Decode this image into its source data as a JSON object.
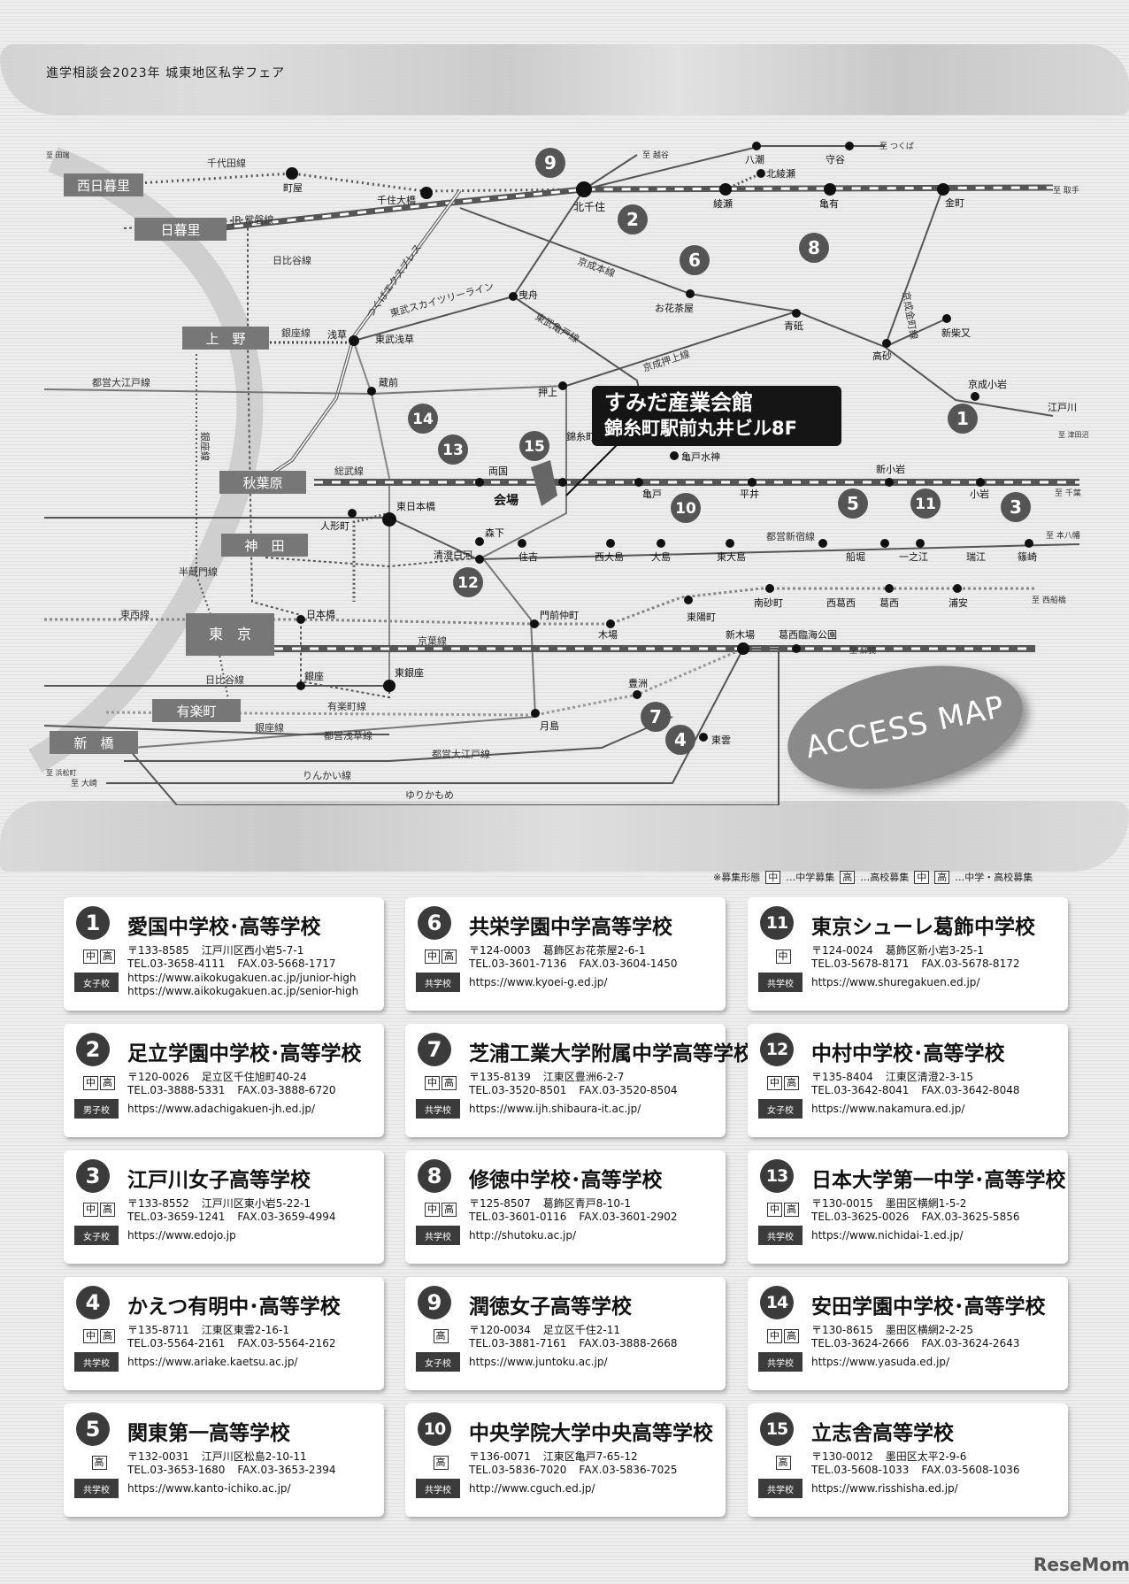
{
  "header": {
    "title": "進学相談会2023年 城東地区私学フェア"
  },
  "venue": {
    "name": "すみだ産業会館",
    "address": "錦糸町駅前丸井ビル8F",
    "marker_label": "会場"
  },
  "access_label": "ACCESS MAP",
  "legend": {
    "title": "※募集形態",
    "chu": "中",
    "chu_desc": "…中学募集",
    "ko": "高",
    "ko_desc": "…高校募集",
    "both_desc": "…中学・高校募集"
  },
  "map": {
    "hubs": [
      "西日暮里",
      "日暮里",
      "上　野",
      "秋葉原",
      "神　田",
      "東　京",
      "有楽町",
      "新　橋"
    ],
    "stations": [
      "町屋",
      "千住大橋",
      "北千住",
      "八潮",
      "守谷",
      "北綾瀬",
      "綾瀬",
      "亀有",
      "金町",
      "お花茶屋",
      "青砥",
      "高砂",
      "新柴又",
      "京成小岩",
      "江戸川",
      "曳舟",
      "押上",
      "浅草",
      "東武浅草",
      "蔵前",
      "両国",
      "錦糸町",
      "亀戸水神",
      "亀戸",
      "平井",
      "新小岩",
      "小岩",
      "東日本橋",
      "人形町",
      "森下",
      "清澄白河",
      "住吉",
      "西大島",
      "大島",
      "東大島",
      "船堀",
      "一之江",
      "瑞江",
      "篠崎",
      "日本橋",
      "門前仲町",
      "木場",
      "東陽町",
      "南砂町",
      "西葛西",
      "葛西",
      "浦安",
      "新木場",
      "葛西臨海公園",
      "銀座",
      "東銀座",
      "豊洲",
      "月島",
      "東雲"
    ],
    "lines": [
      "千代田線",
      "JR 常磐線",
      "日比谷線",
      "つくばエクスプレス",
      "東武スカイツリーライン",
      "京成本線",
      "東武亀戸線",
      "京成押上線",
      "銀座線",
      "都営大江戸線",
      "総武線",
      "都営新宿線",
      "半蔵門線",
      "東西線",
      "京葉線",
      "日比谷線",
      "有楽町線",
      "都営浅草線",
      "都営大江戸線",
      "りんかい線",
      "ゆりかもめ",
      "京成金町線",
      "銀座線",
      "銀座線"
    ],
    "directions": [
      "至 つくば",
      "至 越谷",
      "至 取手",
      "至 本八幡",
      "至 千葉",
      "至 西船橋",
      "至 蘇我",
      "至 大崎",
      "至 田端",
      "至 浜松町",
      "至 津田沼"
    ]
  },
  "schools": [
    {
      "no": "1",
      "name": "愛国中学校･高等学校",
      "levels": [
        "中",
        "高"
      ],
      "type": "女子校",
      "postal": "〒133-8585",
      "address": "江戸川区西小岩5-7-1",
      "tel": "TEL.03-3658-4111",
      "fax": "FAX.03-5668-1717",
      "urls": [
        "https://www.aikokugakuen.ac.jp/junior-high",
        "https://www.aikokugakuen.ac.jp/senior-high"
      ]
    },
    {
      "no": "2",
      "name": "足立学園中学校･高等学校",
      "levels": [
        "中",
        "高"
      ],
      "type": "男子校",
      "postal": "〒120-0026",
      "address": "足立区千住旭町40-24",
      "tel": "TEL.03-3888-5331",
      "fax": "FAX.03-3888-6720",
      "urls": [
        "https://www.adachigakuen-jh.ed.jp/"
      ]
    },
    {
      "no": "3",
      "name": "江戸川女子高等学校",
      "levels": [
        "中",
        "高"
      ],
      "type": "女子校",
      "postal": "〒133-8552",
      "address": "江戸川区東小岩5-22-1",
      "tel": "TEL.03-3659-1241",
      "fax": "FAX.03-3659-4994",
      "urls": [
        "https://www.edojo.jp"
      ]
    },
    {
      "no": "4",
      "name": "かえつ有明中･高等学校",
      "levels": [
        "中",
        "高"
      ],
      "type": "共学校",
      "postal": "〒135-8711",
      "address": "江東区東雲2-16-1",
      "tel": "TEL.03-5564-2161",
      "fax": "FAX.03-5564-2162",
      "urls": [
        "https://www.ariake.kaetsu.ac.jp/"
      ]
    },
    {
      "no": "5",
      "name": "関東第一高等学校",
      "levels": [
        "高"
      ],
      "type": "共学校",
      "postal": "〒132-0031",
      "address": "江戸川区松島2-10-11",
      "tel": "TEL.03-3653-1680",
      "fax": "FAX.03-3653-2394",
      "urls": [
        "https://www.kanto-ichiko.ac.jp/"
      ]
    },
    {
      "no": "6",
      "name": "共栄学園中学高等学校",
      "levels": [
        "中",
        "高"
      ],
      "type": "共学校",
      "postal": "〒124-0003",
      "address": "葛飾区お花茶屋2-6-1",
      "tel": "TEL.03-3601-7136",
      "fax": "FAX.03-3604-1450",
      "urls": [
        "https://www.kyoei-g.ed.jp/"
      ]
    },
    {
      "no": "7",
      "name": "芝浦工業大学附属中学高等学校",
      "levels": [
        "中",
        "高"
      ],
      "type": "共学校",
      "postal": "〒135-8139",
      "address": "江東区豊洲6-2-7",
      "tel": "TEL.03-3520-8501",
      "fax": "FAX.03-3520-8504",
      "urls": [
        "https://www.ijh.shibaura-it.ac.jp/"
      ]
    },
    {
      "no": "8",
      "name": "修徳中学校･高等学校",
      "levels": [
        "中",
        "高"
      ],
      "type": "共学校",
      "postal": "〒125-8507",
      "address": "葛飾区青戸8-10-1",
      "tel": "TEL.03-3601-0116",
      "fax": "FAX.03-3601-2902",
      "urls": [
        "http://shutoku.ac.jp/"
      ]
    },
    {
      "no": "9",
      "name": "潤徳女子高等学校",
      "levels": [
        "高"
      ],
      "type": "女子校",
      "postal": "〒120-0034",
      "address": "足立区千住2-11",
      "tel": "TEL.03-3881-7161",
      "fax": "FAX.03-3888-2668",
      "urls": [
        "https://www.juntoku.ac.jp/"
      ]
    },
    {
      "no": "10",
      "name": "中央学院大学中央高等学校",
      "levels": [
        "高"
      ],
      "type": "共学校",
      "postal": "〒136-0071",
      "address": "江東区亀戸7-65-12",
      "tel": "TEL.03-5836-7020",
      "fax": "FAX.03-5836-7025",
      "urls": [
        "http://www.cguch.ed.jp/"
      ]
    },
    {
      "no": "11",
      "name": "東京シューレ葛飾中学校",
      "levels": [
        "中"
      ],
      "type": "共学校",
      "postal": "〒124-0024",
      "address": "葛飾区新小岩3-25-1",
      "tel": "TEL.03-5678-8171",
      "fax": "FAX.03-5678-8172",
      "urls": [
        "https://www.shuregakuen.ed.jp/"
      ]
    },
    {
      "no": "12",
      "name": "中村中学校･高等学校",
      "levels": [
        "中",
        "高"
      ],
      "type": "女子校",
      "postal": "〒135-8404",
      "address": "江東区清澄2-3-15",
      "tel": "TEL.03-3642-8041",
      "fax": "FAX.03-3642-8048",
      "urls": [
        "https://www.nakamura.ed.jp/"
      ]
    },
    {
      "no": "13",
      "name": "日本大学第一中学･高等学校",
      "levels": [
        "中",
        "高"
      ],
      "type": "共学校",
      "postal": "〒130-0015",
      "address": "墨田区横網1-5-2",
      "tel": "TEL.03-3625-0026",
      "fax": "FAX.03-3625-5856",
      "urls": [
        "https://www.nichidai-1.ed.jp/"
      ]
    },
    {
      "no": "14",
      "name": "安田学園中学校･高等学校",
      "levels": [
        "中",
        "高"
      ],
      "type": "共学校",
      "postal": "〒130-8615",
      "address": "墨田区横網2-2-25",
      "tel": "TEL.03-3624-2666",
      "fax": "FAX.03-3624-2643",
      "urls": [
        "https://www.yasuda.ed.jp/"
      ]
    },
    {
      "no": "15",
      "name": "立志舎高等学校",
      "levels": [
        "高"
      ],
      "type": "共学校",
      "postal": "〒130-0012",
      "address": "墨田区太平2-9-6",
      "tel": "TEL.03-5608-1033",
      "fax": "FAX.03-5608-1036",
      "urls": [
        "https://www.risshisha.ed.jp/"
      ]
    }
  ],
  "footer": {
    "brand": "ReseMom"
  }
}
